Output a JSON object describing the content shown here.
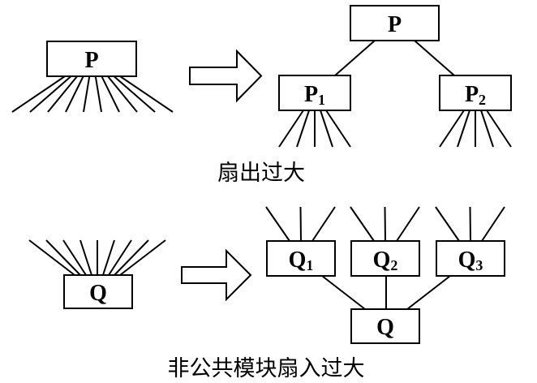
{
  "colors": {
    "stroke": "#000000",
    "background": "#ffffff"
  },
  "section_fan_out": {
    "caption": "扇出过大",
    "before": {
      "module": {
        "label": "P",
        "subscript": ""
      },
      "outgoing_edges": 10
    },
    "after": {
      "parent": {
        "label": "P",
        "subscript": ""
      },
      "children": [
        {
          "label": "P",
          "subscript": "1",
          "outgoing_edges": 5
        },
        {
          "label": "P",
          "subscript": "2",
          "outgoing_edges": 5
        }
      ]
    }
  },
  "section_fan_in": {
    "caption": "非公共模块扇入过大",
    "before": {
      "module": {
        "label": "Q",
        "subscript": ""
      },
      "incoming_edges": 9
    },
    "after": {
      "intermediates": [
        {
          "label": "Q",
          "subscript": "1",
          "incoming_edges": 3
        },
        {
          "label": "Q",
          "subscript": "2",
          "incoming_edges": 3
        },
        {
          "label": "Q",
          "subscript": "3",
          "incoming_edges": 3
        }
      ],
      "target": {
        "label": "Q",
        "subscript": ""
      }
    }
  }
}
